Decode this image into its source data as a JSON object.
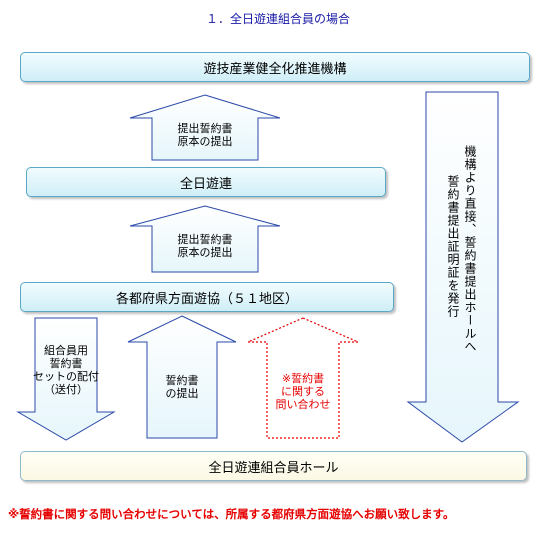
{
  "title": "１．全日遊連組合員の場合",
  "boxes": {
    "top": "遊技産業健全化推進機構",
    "middle": "全日遊連",
    "regional": "各都府県方面遊協（５１地区）",
    "bottom": "全日遊連組合員ホール"
  },
  "arrows": {
    "up1": "提出誓約書\n原本の提出",
    "up2": "提出誓約書\n原本の提出",
    "down_left": "組合員用\n誓約書\nセットの配付\n（送付）",
    "up_center": "誓約書\nの提出",
    "up_red": "※誓約書\nに関する\n問い合わせ",
    "right_col1": "機構より直接、誓約書提出ホールへ",
    "right_col2": "誓約書提出証明証を発行"
  },
  "note": "※誓約書に関する問い合わせについては、所属する都府県方面遊協へお願い致します。",
  "colors": {
    "bar_border": "#5aa7c7",
    "bar_fill_top": "#f2fcfe",
    "bar_fill_bottom": "#cfeef7",
    "arrow_border": "#2b4aa8",
    "red": "#e60000",
    "title": "#1a1aa6"
  }
}
